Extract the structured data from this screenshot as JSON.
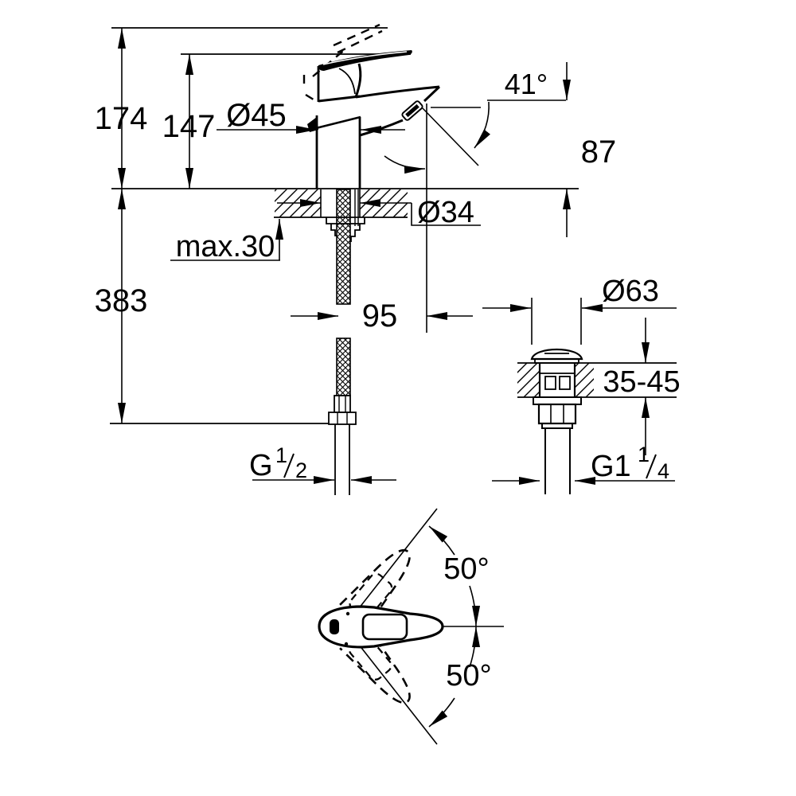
{
  "page": {
    "background": "#ffffff",
    "ink": "#000000"
  },
  "dimensions": {
    "overall_height": "174",
    "lever_tip_height": "147",
    "body_diameter": "Ø45",
    "stream_angle": "41°",
    "outlet_height": "87",
    "mounting_hole_diameter": "Ø34",
    "max_counter_thickness": "max.30",
    "supply_hose_length": "383",
    "spout_reach": "95",
    "waste_cap_diameter": "Ø63",
    "waste_counter_thickness": "35-45",
    "handle_swivel_up": "50°",
    "handle_swivel_down": "50°",
    "supply_thread": {
      "label": "G 1/2",
      "main": "G",
      "sup": "1",
      "sub": "2"
    },
    "waste_thread": {
      "label": "G1 1/4",
      "main": "G1",
      "sup": "1",
      "sub": "4"
    }
  }
}
